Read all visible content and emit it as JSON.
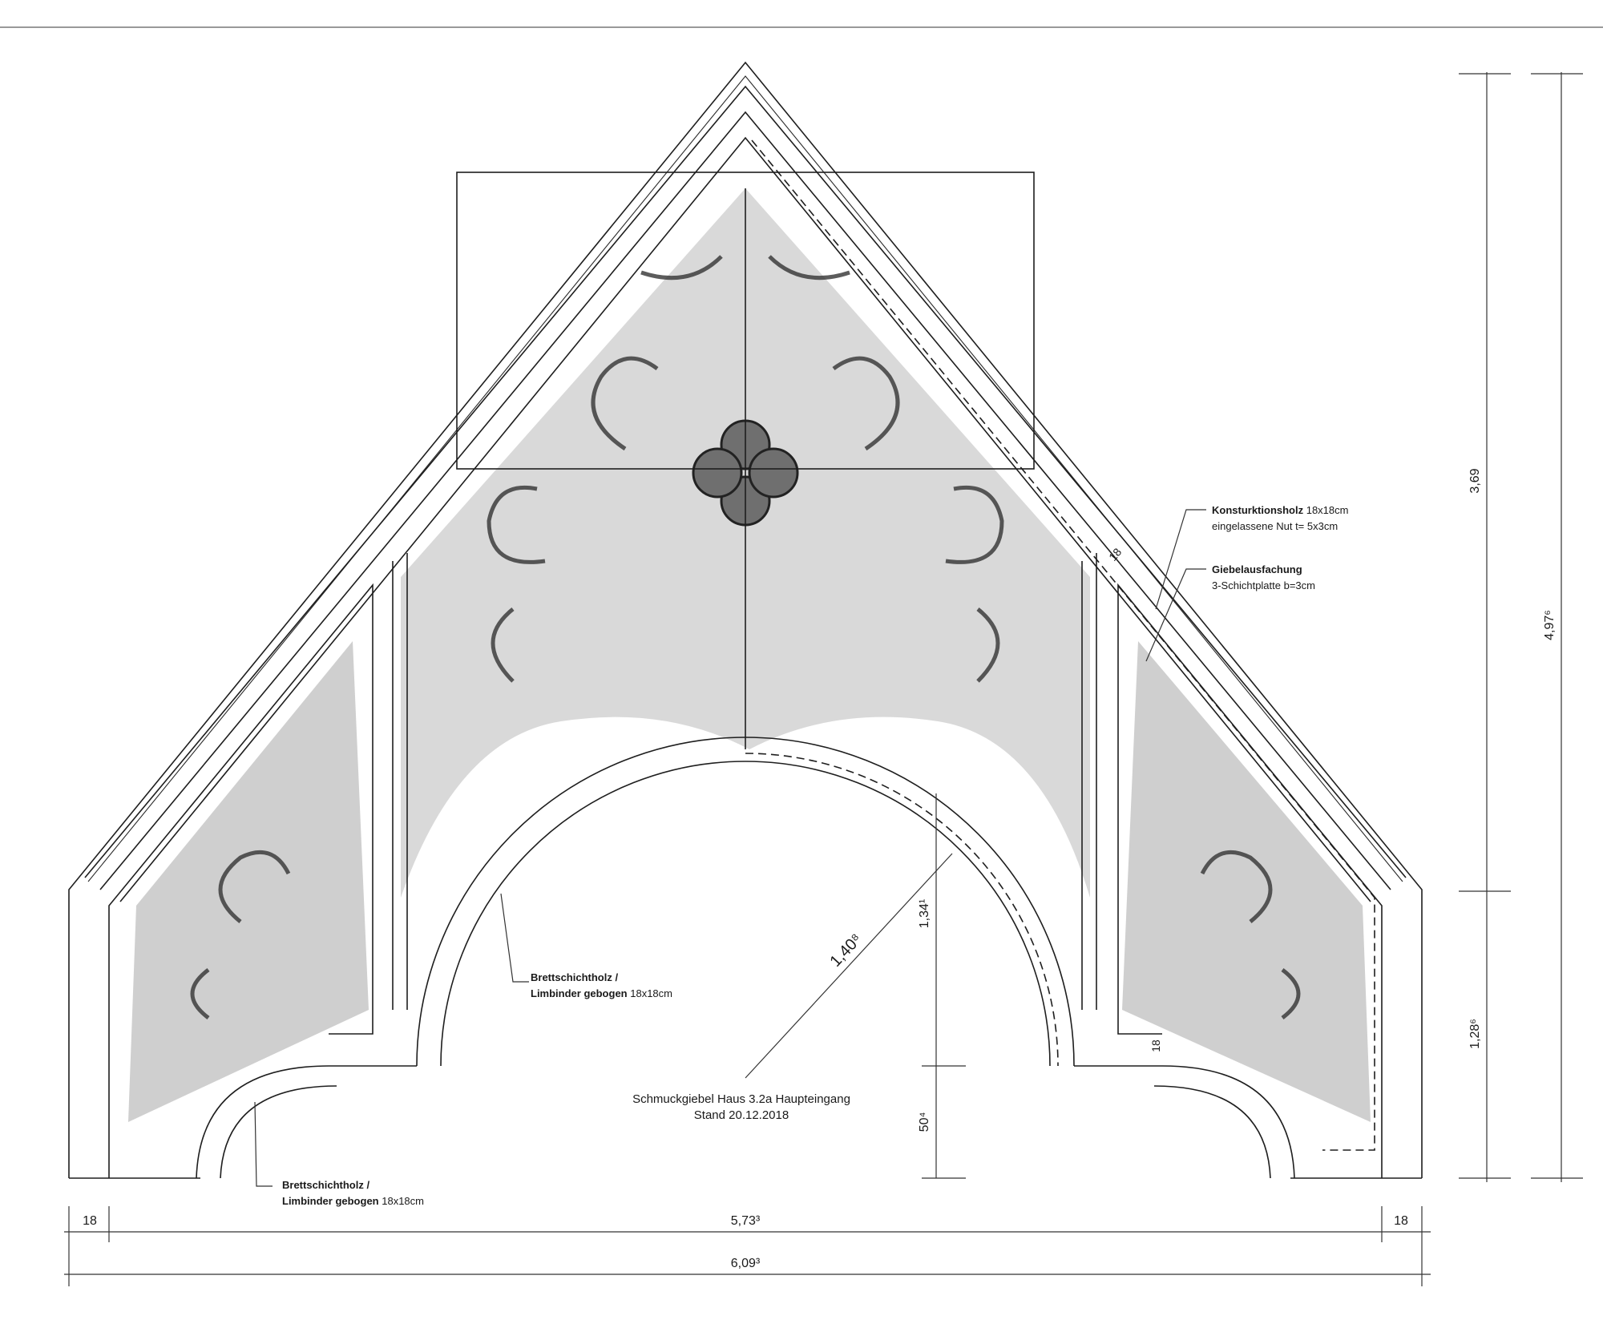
{
  "title": {
    "line1": "Schmuckgiebel Haus 3.2a Haupteingang",
    "line2": "Stand 20.12.2018"
  },
  "labels": {
    "konstruktionsholz": {
      "bold": "Konsturktionsholz",
      "rest": " 18x18cm",
      "line2": "eingelassene Nut t= 5x3cm"
    },
    "giebelausfachung": {
      "bold": "Giebelausfachung",
      "line2": "3-Schichtplatte b=3cm"
    },
    "brettschichtholz_upper": {
      "line1": "Brettschichtholz /",
      "bold": "Limbinder gebogen",
      "rest": " 18x18cm"
    },
    "brettschichtholz_lower": {
      "line1": "Brettschichtholz /",
      "bold": "Limbinder gebogen",
      "rest": " 18x18cm"
    }
  },
  "dimensions": {
    "total_width": "6,09³",
    "inner_width": "5,73³",
    "left_edge": "18",
    "right_edge": "18",
    "upper_height": "3,69",
    "lower_height": "1,28⁶",
    "total_height": "4,97⁶",
    "arch_radius": "1,40⁸",
    "arch_rise": "1,34¹",
    "base_height": "50⁴",
    "beam_slope": "18",
    "beam_base": "18"
  },
  "colors": {
    "line": "#1e1e1e",
    "ornament": "#4a4a4a",
    "paper": "#ffffff"
  }
}
